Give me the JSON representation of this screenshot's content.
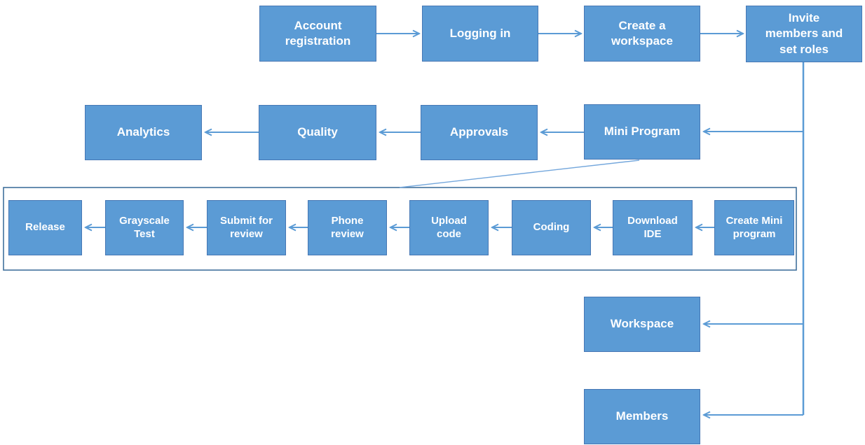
{
  "diagram_title": "Mini Program workflow flowchart",
  "colors": {
    "node_fill": "#5b9bd5",
    "node_border": "#4677b4",
    "connector": "#5b9bd5",
    "callout": "#74a7dc",
    "group_border": "#41719c",
    "text_color": "#ffffff",
    "background": "#ffffff"
  },
  "nodes": {
    "account_registration": "Account registration",
    "logging_in": "Logging in",
    "create_workspace": "Create a workspace",
    "invite_members": "Invite members and set roles",
    "analytics": "Analytics",
    "quality": "Quality",
    "approvals": "Approvals",
    "mini_program": "Mini Program",
    "release": "Release",
    "grayscale_test": "Grayscale Test",
    "submit_for_review": "Submit for review",
    "phone_review": "Phone review",
    "upload_code": "Upload code",
    "coding": "Coding",
    "download_ide": "Download IDE",
    "create_mini_program": "Create Mini program",
    "workspace": "Workspace",
    "members": "Members"
  },
  "connections": [
    {
      "from": "account_registration",
      "to": "logging_in"
    },
    {
      "from": "logging_in",
      "to": "create_workspace"
    },
    {
      "from": "create_workspace",
      "to": "invite_members"
    },
    {
      "from": "invite_members",
      "to": "mini_program"
    },
    {
      "from": "invite_members",
      "to": "workspace"
    },
    {
      "from": "invite_members",
      "to": "members"
    },
    {
      "from": "mini_program",
      "to": "approvals"
    },
    {
      "from": "approvals",
      "to": "quality"
    },
    {
      "from": "quality",
      "to": "analytics"
    },
    {
      "from": "mini_program",
      "to": "sub_process_group",
      "style": "callout"
    },
    {
      "from": "create_mini_program",
      "to": "download_ide"
    },
    {
      "from": "download_ide",
      "to": "coding"
    },
    {
      "from": "coding",
      "to": "upload_code"
    },
    {
      "from": "upload_code",
      "to": "phone_review"
    },
    {
      "from": "phone_review",
      "to": "submit_for_review"
    },
    {
      "from": "submit_for_review",
      "to": "grayscale_test"
    },
    {
      "from": "grayscale_test",
      "to": "release"
    }
  ],
  "groups": [
    {
      "id": "sub_process_group",
      "label": "",
      "contains": [
        "release",
        "grayscale_test",
        "submit_for_review",
        "phone_review",
        "upload_code",
        "coding",
        "download_ide",
        "create_mini_program"
      ]
    }
  ]
}
